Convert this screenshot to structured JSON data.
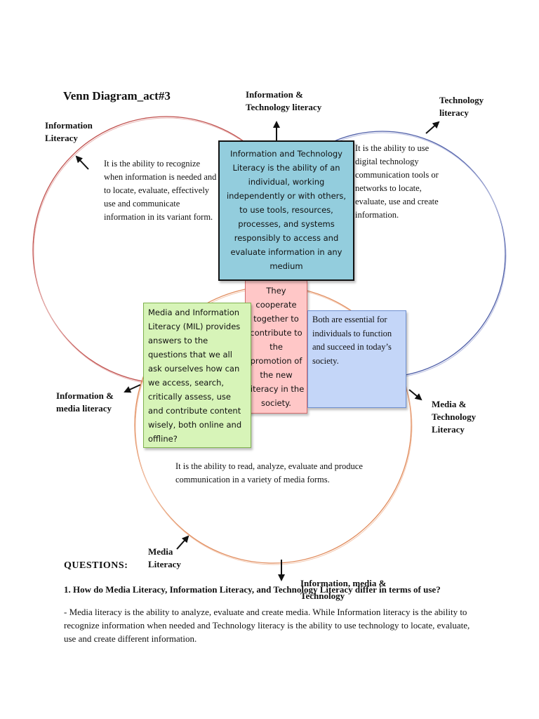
{
  "title": "Venn Diagram_act#3",
  "labels": {
    "info_tech": "Information & Technology literacy",
    "tech": "Technology literacy",
    "info": "Information Literacy",
    "info_media": "Information & media literacy",
    "media_tech": "Media & Technology Literacy",
    "media": "Media Literacy",
    "all_three": "Information, media & Technology"
  },
  "descriptions": {
    "info": "It is the ability to recognize when information is needed and to locate, evaluate, effectively use and communicate information in its variant form.",
    "tech": "It is the ability to use digital technology communication tools or networks to locate, evaluate, use and create information.",
    "media": "It is the ability to read, analyze, evaluate and produce communication in a variety of media forms."
  },
  "boxes": {
    "center_top": "Information and Technology Literacy is the ability of an individual, working independently or with others, to use tools, resources, processes, and systems responsibly to access and evaluate information in any medium",
    "left": "Media and Information Literacy (MIL) provides answers to the questions that we all ask ourselves how can we access, search, critically assess, use and contribute content wisely, both online and offline?",
    "middle": "They cooperate together to contribute to the promotion of the new literacy in the society.",
    "right": "Both are essential for individuals to function and succeed in today’s society."
  },
  "questions": {
    "heading": "QUESTIONS:",
    "q1": "1. How do Media Literacy, Information Literacy, and Technology Literacy differ in terms of use?",
    "a1": "- Media literacy is the ability to analyze, evaluate and create media. While Information literacy is the ability to recognize information when needed and Technology literacy is the ability to use technology to locate, evaluate, use and create different information."
  },
  "colors": {
    "info_circle": "#c0504d",
    "tech_circle": "#4f5fa8",
    "media_circle": "#e08a5a",
    "center_box": "#93cddd",
    "left_box": "#d7f4b8",
    "middle_box": "#ffc7c7",
    "right_box": "#c4d6f8"
  }
}
